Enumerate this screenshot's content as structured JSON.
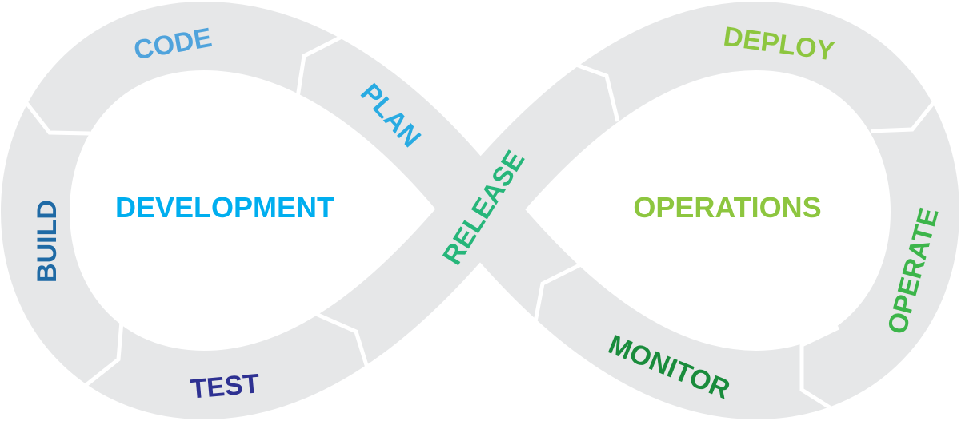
{
  "colors": {
    "band": "#e6e7e8",
    "code": "#4fa3dc",
    "plan": "#29abe2",
    "build": "#1f6aa5",
    "test": "#2e3192",
    "development": "#00aeef",
    "release": "#26b67a",
    "deploy": "#8dc63f",
    "operations": "#8dc63f",
    "operate": "#3cb54a",
    "monitor": "#1a8c3c"
  },
  "phases": {
    "development": "DEVELOPMENT",
    "operations": "OPERATIONS"
  },
  "stages": {
    "code": "CODE",
    "plan": "PLAN",
    "build": "BUILD",
    "test": "TEST",
    "release": "RELEASE",
    "deploy": "DEPLOY",
    "operate": "OPERATE",
    "monitor": "MONITOR"
  }
}
